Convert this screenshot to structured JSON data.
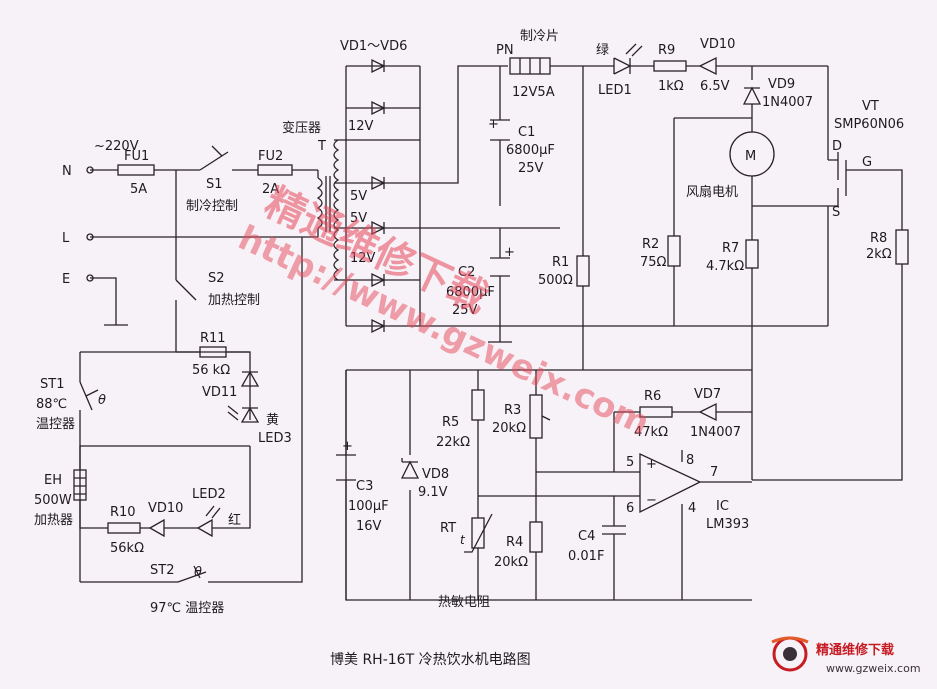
{
  "title": "博美 RH-16T 冷热饮水机电路图",
  "watermark": {
    "cn": "精通维修下载",
    "url": "http://www.gzweix.com"
  },
  "logo": {
    "text": "精通维修下载",
    "url": "www.gzweix.com"
  },
  "labels": {
    "N": "N",
    "L": "L",
    "E": "E",
    "mains": "~220V",
    "fu1": "FU1",
    "fu1_val": "5A",
    "s1": "S1",
    "s1_desc": "制冷控制",
    "fu2": "FU2",
    "fu2_val": "2A",
    "transformer": "变压器",
    "T": "T",
    "s2": "S2",
    "s2_desc": "加热控制",
    "vd1vd6": "VD1～VD6",
    "v12a": "12V",
    "v5a": "5V",
    "v5b": "5V",
    "v12b": "12V",
    "pn": "PN",
    "peltier": "制冷片",
    "peltier_val": "12V5A",
    "c1": "C1",
    "c1_val": "6800μF",
    "c1_v": "25V",
    "c2": "C2",
    "c2_val": "6800μF",
    "c2_v": "25V",
    "r1": "R1",
    "r1_val": "500Ω",
    "green": "绿",
    "led1": "LED1",
    "r9": "R9",
    "r9_val": "1kΩ",
    "vd10a": "VD10",
    "vd10a_val": "6.5V",
    "vd9": "VD9",
    "vd9_val": "1N4007",
    "motor": "M",
    "fan": "风扇电机",
    "vt": "VT",
    "vt_val": "SMP60N06",
    "D": "D",
    "G": "G",
    "S": "S",
    "r2": "R2",
    "r2_val": "75Ω",
    "r7": "R7",
    "r7_val": "4.7kΩ",
    "r8": "R8",
    "r8_val": "2kΩ",
    "r11": "R11",
    "r11_val": "56 kΩ",
    "vd11": "VD11",
    "yellow": "黄",
    "led3": "LED3",
    "st1": "ST1",
    "st1_val": "88℃",
    "st1_desc": "温控器",
    "theta1": "θ",
    "eh": "EH",
    "eh_val": "500W",
    "eh_desc": "加热器",
    "r10": "R10",
    "r10_val": "56kΩ",
    "vd10b": "VD10",
    "led2": "LED2",
    "red": "红",
    "st2": "ST2",
    "theta2": "θ",
    "st2_desc": "97℃ 温控器",
    "c3": "C3",
    "c3_val": "100μF",
    "c3_v": "16V",
    "vd8": "VD8",
    "vd8_val": "9.1V",
    "r5": "R5",
    "r5_val": "22kΩ",
    "r3": "R3",
    "r3_val": "20kΩ",
    "rt": "RT",
    "t_sym": "t",
    "r4": "R4",
    "r4_val": "20kΩ",
    "c4": "C4",
    "c4_val": "0.01F",
    "thermistor": "热敏电阻",
    "r6": "R6",
    "r6_val": "47kΩ",
    "vd7": "VD7",
    "vd7_val": "1N4007",
    "pin5": "5",
    "pin6": "6",
    "pin8": "8",
    "pin4": "4",
    "pin7": "7",
    "ic": "IC",
    "ic_val": "LM393",
    "plus": "+",
    "minus": "−",
    "c_plus": "+"
  }
}
